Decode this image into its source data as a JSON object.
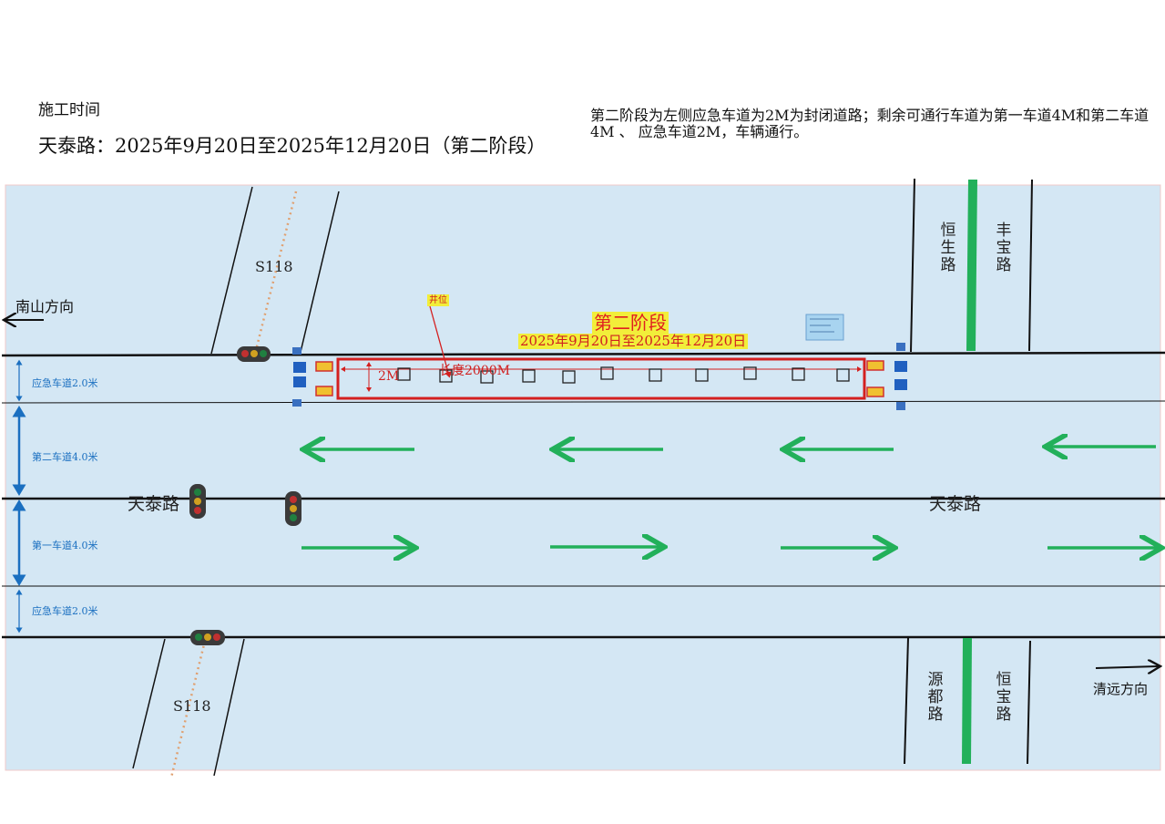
{
  "header": {
    "label": "施工时间",
    "title": "天泰路：2025年9月20日至2025年12月20日（第二阶段）",
    "description": "第二阶段为左侧应急车道为2M为封闭道路；剩余可通行车道为第一车道4M和第二车道4M 、 应急车道2M，车辆通行。"
  },
  "phase": {
    "title": "第二阶段",
    "dates": "2025年9月20日至2025年12月20日",
    "well_label": "井位",
    "width_label": "2M",
    "length_label": "长度2000M"
  },
  "lanes": {
    "emergency_top": "应急车道2.0米",
    "lane2": "第二车道4.0米",
    "lane1": "第一车道4.0米",
    "emergency_bottom": "应急车道2.0米"
  },
  "roads": {
    "main_left": "天泰路",
    "main_right": "天泰路",
    "cross_top": "S118",
    "cross_bottom": "S118",
    "hengsheng": "恒生路",
    "fengbao": "丰宝路",
    "yuandu": "源都路",
    "hengbao": "恒宝路"
  },
  "directions": {
    "west": "南山方向",
    "east": "清远方向"
  },
  "colors": {
    "road": "#d4e7f4",
    "arrow_green": "#22b05a",
    "closure_red": "#d42020",
    "lane_blue": "#1a6fc0",
    "highlight": "#f2ee3a"
  }
}
